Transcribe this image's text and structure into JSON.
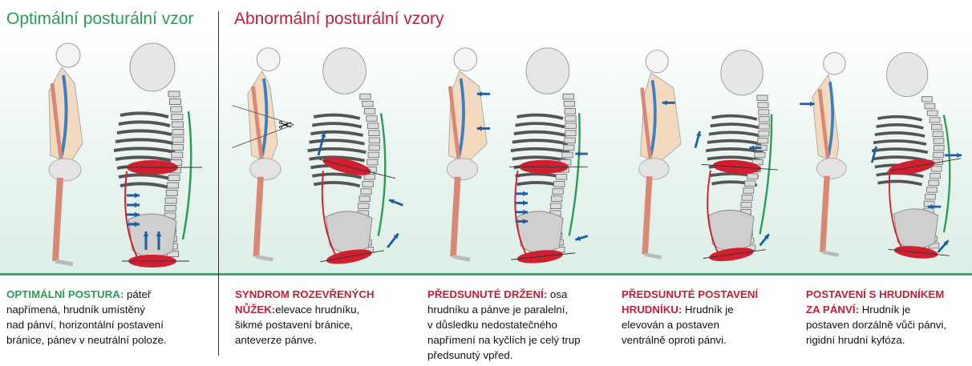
{
  "headers": {
    "optimal": "Optimální posturální vzor",
    "abnormal": "Abnormální posturální vzory"
  },
  "colors": {
    "optimal_heading": "#2a9c5a",
    "abnormal_heading": "#c0203b",
    "floor": "#3fa56e",
    "diaphragm": "#d0202f",
    "arrow": "#1f5f9e",
    "spine_curve": "#2a9c5a"
  },
  "panels": [
    {
      "label": "OPTIMÁLNÍ POSTURA:",
      "text_lines": [
        " páteř",
        "napřímená, hrudník umístěný",
        "nad pánví, horizontální postavení",
        "bránice, pánev v neutrální poloze."
      ]
    },
    {
      "label": "SYNDROM ROZEVŘENÝCH NŮŽEK:",
      "text_lines": [
        "elevace hrudníku,",
        "šikmé postavení bránice,",
        "anteverze pánve."
      ]
    },
    {
      "label": "PŘEDSUNUTÉ DRŽENÍ:",
      "text_lines": [
        " osa",
        "hrudníku a pánve je paralelní,",
        "v důsledku nedostatečného",
        "napřímení na kyčlích je celý trup",
        "předsunutý vpřed."
      ]
    },
    {
      "label": "PŘEDSUNUTÉ POSTAVENÍ HRUDNÍKU:",
      "text_lines": [
        "Hrudník je",
        "elevován a postaven",
        "ventrálně oproti pánvi."
      ]
    },
    {
      "label": "POSTAVENÍ S HRUDNÍKEM ZA PÁNVÍ:",
      "text_lines": [
        "Hrudník je",
        "postaven dorzálně vůči pánvi,",
        "rigidní hrudní kyfóza."
      ]
    }
  ],
  "icons": [
    "scissors-icon",
    "arrow-icon"
  ]
}
